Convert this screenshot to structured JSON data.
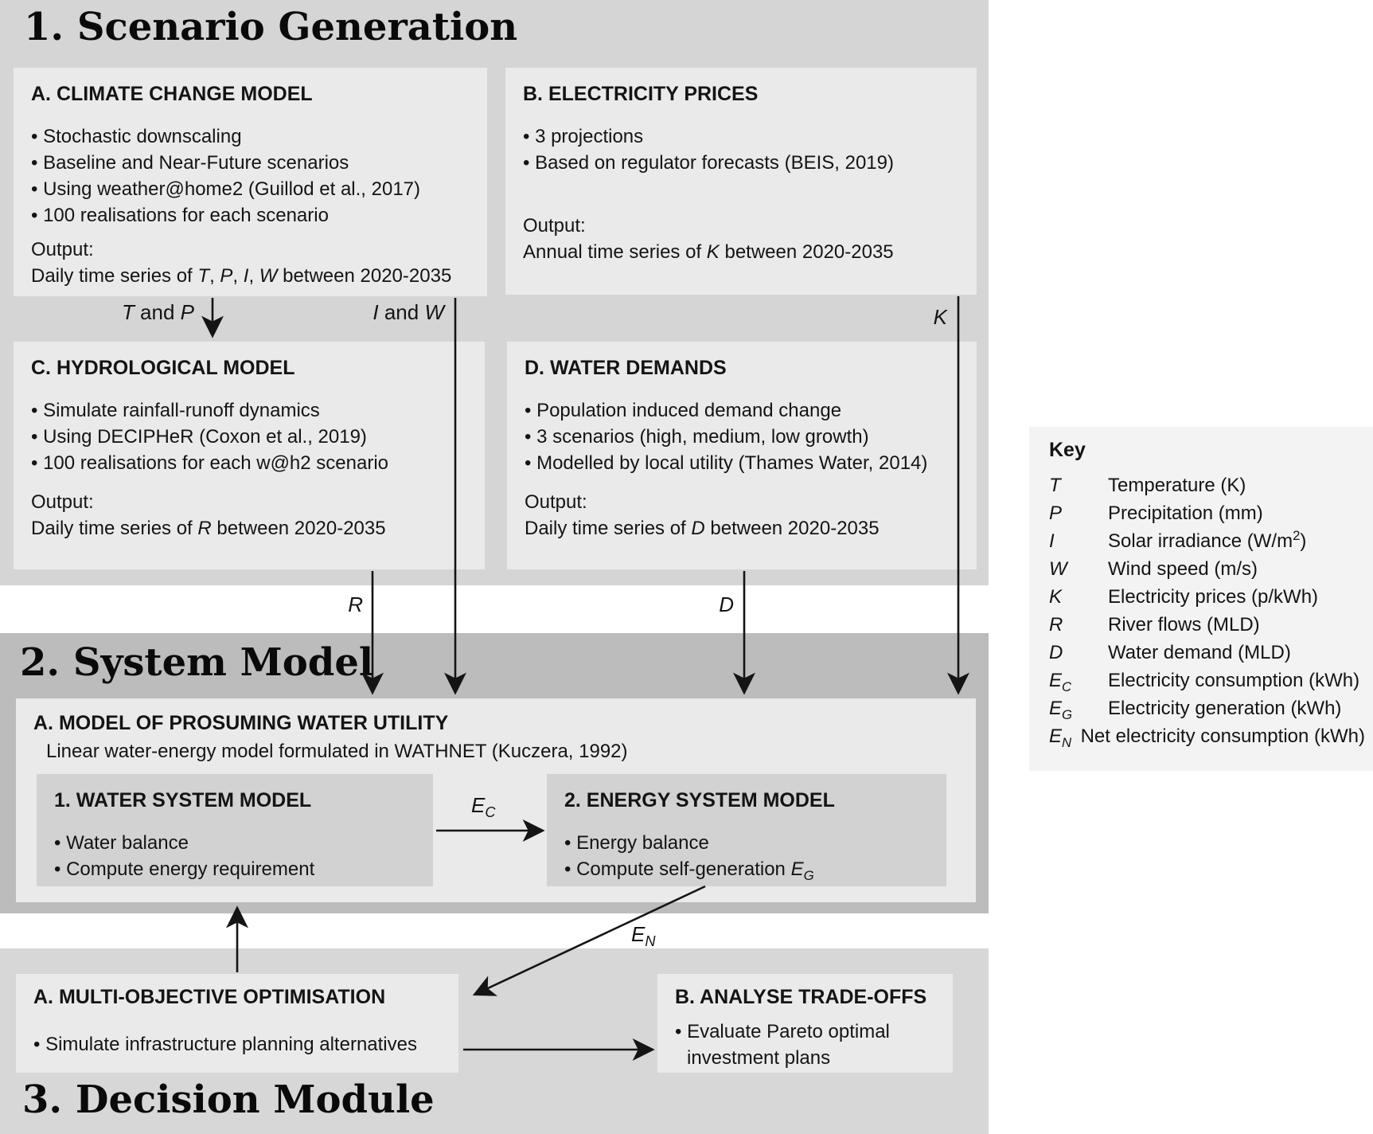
{
  "colors": {
    "band_light": "#d5d5d5",
    "band_dark": "#bcbcbc",
    "band_light3": "#d7d7d7",
    "box_light": "#eaeaea",
    "box_mid": "#d2d2d2",
    "key_panel": "#f3f3f3",
    "arrow": "#141414"
  },
  "section1": {
    "title": "1. Scenario Generation",
    "labels": {
      "t_and_p": [
        {
          "t": "T",
          "i": true
        },
        {
          "t": " and "
        },
        {
          "t": "P",
          "i": true
        }
      ],
      "i_and_w": [
        {
          "t": "I",
          "i": true
        },
        {
          "t": " and "
        },
        {
          "t": "W",
          "i": true
        }
      ],
      "k": [
        {
          "t": "K",
          "i": true
        }
      ],
      "r": [
        {
          "t": "R",
          "i": true
        }
      ],
      "d": [
        {
          "t": "D",
          "i": true
        }
      ]
    },
    "box_a": {
      "title": "A. CLIMATE CHANGE MODEL",
      "bullets": [
        "• Stochastic downscaling",
        "• Baseline and Near-Future scenarios",
        "• Using weather@home2 (Guillod et al., 2017)",
        "• 100 realisations for each scenario"
      ],
      "output_label": "Output:",
      "output": [
        {
          "t": "Daily time series of "
        },
        {
          "t": "T",
          "i": true
        },
        {
          "t": ", "
        },
        {
          "t": "P",
          "i": true
        },
        {
          "t": ", "
        },
        {
          "t": "I",
          "i": true
        },
        {
          "t": ", "
        },
        {
          "t": "W",
          "i": true
        },
        {
          "t": " between 2020-2035"
        }
      ]
    },
    "box_b": {
      "title": "B. ELECTRICITY PRICES",
      "bullets": [
        "• 3 projections",
        "• Based on regulator forecasts (BEIS, 2019)"
      ],
      "output_label": "Output:",
      "output": [
        {
          "t": "Annual time series of "
        },
        {
          "t": "K",
          "i": true
        },
        {
          "t": " between 2020-2035"
        }
      ]
    },
    "box_c": {
      "title": "C. HYDROLOGICAL MODEL",
      "bullets": [
        "• Simulate rainfall-runoff dynamics",
        "• Using DECIPHeR (Coxon et al., 2019)",
        "• 100 realisations for each w@h2 scenario"
      ],
      "output_label": "Output:",
      "output": [
        {
          "t": "Daily time series of "
        },
        {
          "t": "R",
          "i": true
        },
        {
          "t": " between 2020-2035"
        }
      ]
    },
    "box_d": {
      "title": "D. WATER DEMANDS",
      "bullets": [
        "• Population induced demand change",
        "• 3 scenarios (high, medium, low growth)",
        "• Modelled by local utility (Thames Water, 2014)"
      ],
      "output_label": "Output:",
      "output": [
        {
          "t": "Daily time series of "
        },
        {
          "t": "D",
          "i": true
        },
        {
          "t": " between 2020-2035"
        }
      ]
    }
  },
  "section2": {
    "title": "2. System Model",
    "heading": "A. MODEL OF PROSUMING WATER UTILITY",
    "subtitle": "Linear water-energy model formulated in WATHNET (Kuczera, 1992)",
    "water_box": {
      "title": "1. WATER SYSTEM MODEL",
      "bullets": [
        "• Water balance",
        "• Compute energy requirement"
      ]
    },
    "energy_box": {
      "title": "2. ENERGY SYSTEM MODEL",
      "bullets": [
        "• Energy balance",
        [
          {
            "t": "• Compute self-generation "
          },
          {
            "t": "E",
            "i": true
          },
          {
            "t": "G",
            "i": true,
            "sub": true
          }
        ]
      ]
    },
    "labels": {
      "e_c": [
        {
          "t": "E",
          "i": true
        },
        {
          "t": "C",
          "i": true,
          "sub": true
        }
      ],
      "e_n": [
        {
          "t": "E",
          "i": true
        },
        {
          "t": "N",
          "i": true,
          "sub": true
        }
      ]
    }
  },
  "section3": {
    "title": "3. Decision Module",
    "box_a": {
      "title": "A. MULTI-OBJECTIVE OPTIMISATION",
      "bullets": [
        "• Simulate infrastructure planning alternatives"
      ]
    },
    "box_b": {
      "title": "B. ANALYSE TRADE-OFFS",
      "bullets": [
        "• Evaluate Pareto optimal",
        "investment plans"
      ]
    }
  },
  "key": {
    "title": "Key",
    "items": [
      {
        "sym": "T",
        "desc": "Temperature (K)"
      },
      {
        "sym": "P",
        "desc": "Precipitation (mm)"
      },
      {
        "sym": "I",
        "desc": [
          {
            "t": "Solar irradiance (W/m"
          },
          {
            "t": "2",
            "sup": true
          },
          {
            "t": ")"
          }
        ]
      },
      {
        "sym": "W",
        "desc": "Wind speed (m/s)"
      },
      {
        "sym": "K",
        "desc": "Electricity prices (p/kWh)"
      },
      {
        "sym": "R",
        "desc": "River flows (MLD)"
      },
      {
        "sym": "D",
        "desc": "Water demand (MLD)"
      },
      {
        "sym": "E",
        "sub": "C",
        "desc": "Electricity consumption (kWh)"
      },
      {
        "sym": "E",
        "sub": "G",
        "desc": "Electricity generation (kWh)"
      },
      {
        "sym": "E",
        "sub": "N",
        "desc": "Net electricity consumption (kWh)"
      }
    ]
  }
}
